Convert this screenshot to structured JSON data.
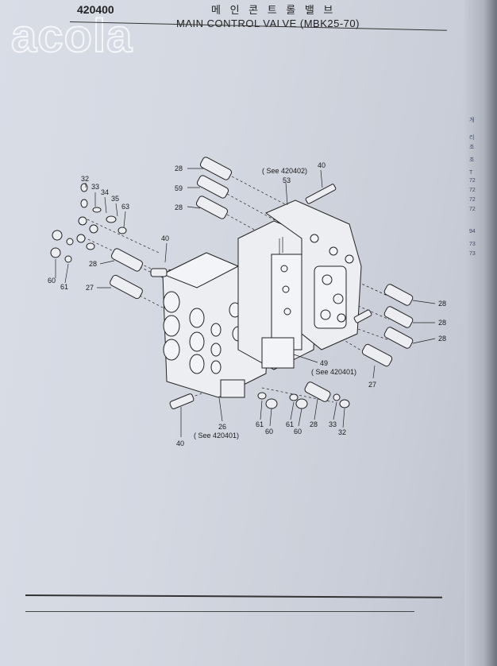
{
  "header": {
    "code": "420400",
    "title_korean": "메 인 콘 트 롤 밸 브",
    "title_english": "MAIN CONTROL VALVE (MBK25-70)"
  },
  "watermark": "acola",
  "diagram": {
    "labels": {
      "p28a": "28",
      "p59": "59",
      "p28b": "28",
      "see402": "( See 420402)",
      "p53": "53",
      "p40a": "40",
      "p32a": "32",
      "p33a": "33",
      "p34": "34",
      "p35": "35",
      "p63": "63",
      "p40b": "40",
      "p28c": "28",
      "p27a": "27",
      "p60a": "60",
      "p61a": "61",
      "p28d": "28",
      "p28e": "28",
      "p28f": "28",
      "p27b": "27",
      "p49": "49",
      "see401a": "( See 420401)",
      "p26": "26",
      "see401b": "( See 420401)",
      "p40c": "40",
      "p61b": "61",
      "p60b": "60",
      "p61c": "61",
      "p60c": "60",
      "p28g": "28",
      "p33b": "33",
      "p32b": "32"
    }
  },
  "adjacent_page_fragments": [
    "개",
    "리",
    "조",
    "조",
    "T",
    "72",
    "72",
    "72",
    "72",
    "94",
    "73",
    "73"
  ]
}
